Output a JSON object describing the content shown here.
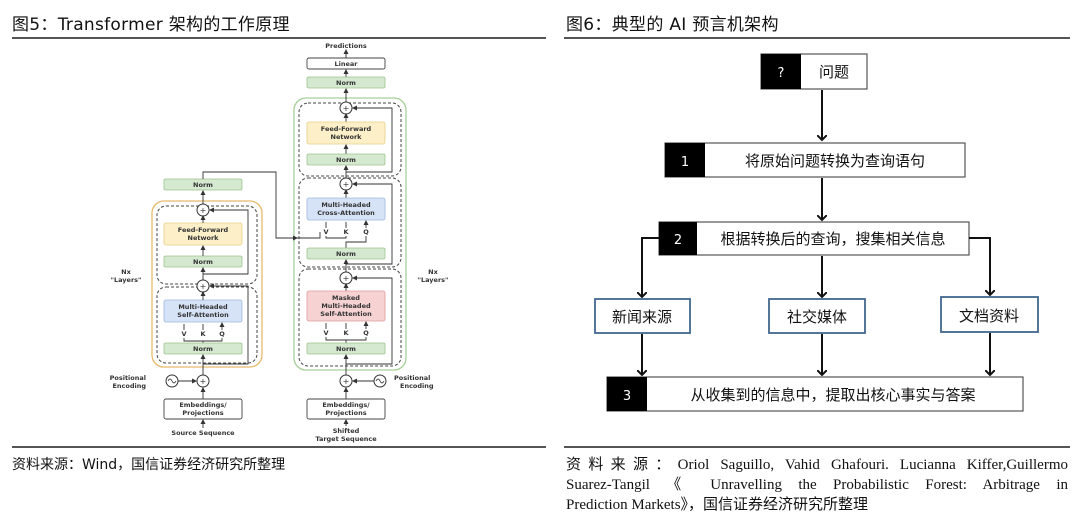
{
  "left_figure": {
    "title": "图5：Transformer 架构的工作原理",
    "source": "资料来源：Wind，国信证券经济研究所整理",
    "diagram": {
      "predictions": "Predictions",
      "linear": "Linear",
      "norm": "Norm",
      "feed_forward_line1": "Feed-Forward",
      "feed_forward_line2": "Network",
      "cross_attention_line1": "Multi-Headed",
      "cross_attention_line2": "Cross-Attention",
      "self_attention_line1": "Multi-Headed",
      "self_attention_line2": "Self-Attention",
      "masked_line1": "Masked",
      "masked_line2": "Multi-Headed",
      "masked_line3": "Self-Attention",
      "v": "V",
      "k": "K",
      "q": "Q",
      "nx_line1": "Nx",
      "nx_line2": "\"Layers\"",
      "positional_line1": "Positional",
      "positional_line2": "Encoding",
      "embeddings_line1": "Embeddings/",
      "embeddings_line2": "Projections",
      "source_sequence": "Source Sequence",
      "shifted_line1": "Shifted",
      "shifted_line2": "Target Sequence",
      "plus": "+"
    }
  },
  "right_figure": {
    "title": "图6：典型的 AI 预言机架构",
    "source_line1": "资料来源：Oriol Saguillo, Vahid Ghafouri. Lucianna Kiffer,Guillermo",
    "source_line2": "Suarez-Tangil 《 Unravelling the Probabilistic Forest: Arbitrage in",
    "source_line3": "Prediction Markets》，国信证券经济研究所整理",
    "flow": {
      "question_marker": "?",
      "question_label": "问题",
      "step1_num": "1",
      "step1_label": "将原始问题转换为查询语句",
      "step2_num": "2",
      "step2_label": "根据转换后的查询，搜集相关信息",
      "source_news": "新闻来源",
      "source_social": "社交媒体",
      "source_docs": "文档资料",
      "step3_num": "3",
      "step3_label": "从收集到的信息中，提取出核心事实与答案"
    }
  }
}
